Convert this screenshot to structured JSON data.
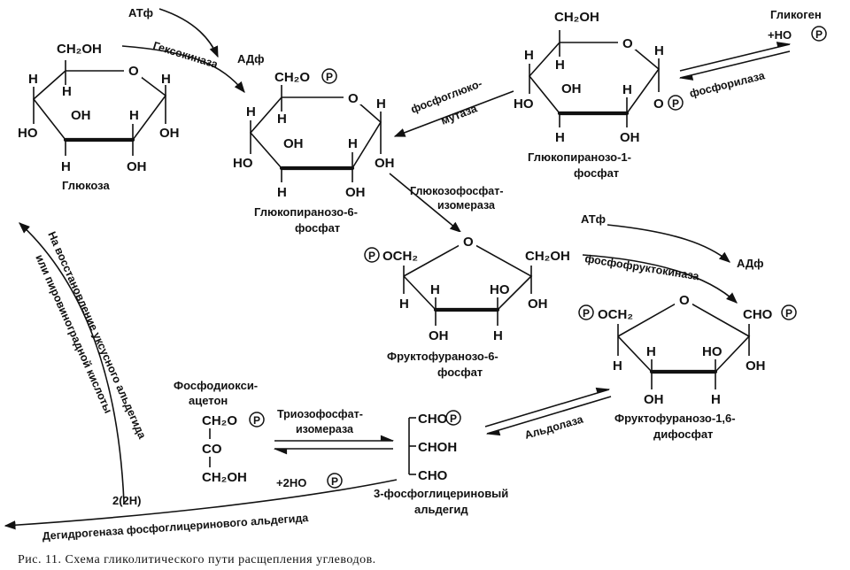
{
  "compounds": {
    "glucose": "Глюкоза",
    "g6p_line1": "Глюкопиранозо-6-",
    "g6p_line2": "фосфат",
    "g1p_line1": "Глюкопиранозо-1-",
    "g1p_line2": "фосфат",
    "f6p_line1": "Фруктофуранозо-6-",
    "f6p_line2": "фосфат",
    "f16bp_line1": "Фруктофуранозо-1,6-",
    "f16bp_line2": "дифосфат",
    "dhap_line1": "Фосфодиокси-",
    "dhap_line2": "ацетон",
    "gap_line1": "3-фосфоглицериновый",
    "gap_line2": "альдегид",
    "glycogen": "Гликоген"
  },
  "enzymes": {
    "hexokinase": "Гексокиназа",
    "phosphoglucomutase_1": "фосфоглюко-",
    "phosphoglucomutase_2": "мутаза",
    "phosphorylase": "фосфорилаза",
    "isomerase_1": "Глюкозофосфат-",
    "isomerase_2": "изомераза",
    "phosphofructokinase": "фосфофруктокиназа",
    "aldolase": "Альдолаза",
    "tpi_1": "Триозофосфат-",
    "tpi_2": "изомераза",
    "gapdh": "Дегидрогеназа фосфоглицеринового альдегида"
  },
  "cofactors": {
    "atp": "АТф",
    "adp": "АДф",
    "plus_hop": "+HO",
    "plus_2hop": "+2HO",
    "two_h": "2(2H)"
  },
  "side_note_1": "На восстановление уксусного альдегида",
  "side_note_2": "или пировиноградной кислоты",
  "caption": "Рис. 11. Схема гликолитического пути расщепления углеводов.",
  "atoms": {
    "ch2oh": "CH₂OH",
    "ch2o": "CH₂O",
    "och2": "OCH₂",
    "cho": "CHO",
    "choh": "CHOH",
    "co": "CO",
    "o": "O",
    "h": "H",
    "oh": "OH",
    "ho": "HO",
    "p": "P"
  }
}
